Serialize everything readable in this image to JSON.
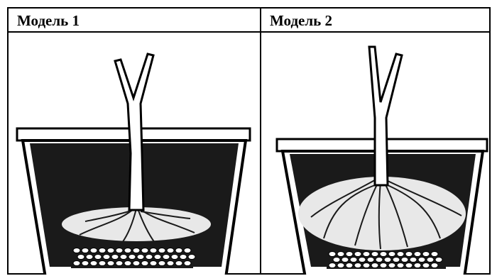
{
  "table": {
    "columns": [
      {
        "header": "Модель 1"
      },
      {
        "header": "Модель 2"
      }
    ]
  },
  "illustrations": [
    {
      "name": "plant-in-pot",
      "column": 1
    },
    {
      "name": "plant-in-pot",
      "column": 2
    }
  ],
  "colors": {
    "ink": "#000000",
    "soil": "#1a1a1a",
    "roots": "#f2f2f2",
    "pot": "#2b2b2b",
    "background": "#ffffff"
  }
}
